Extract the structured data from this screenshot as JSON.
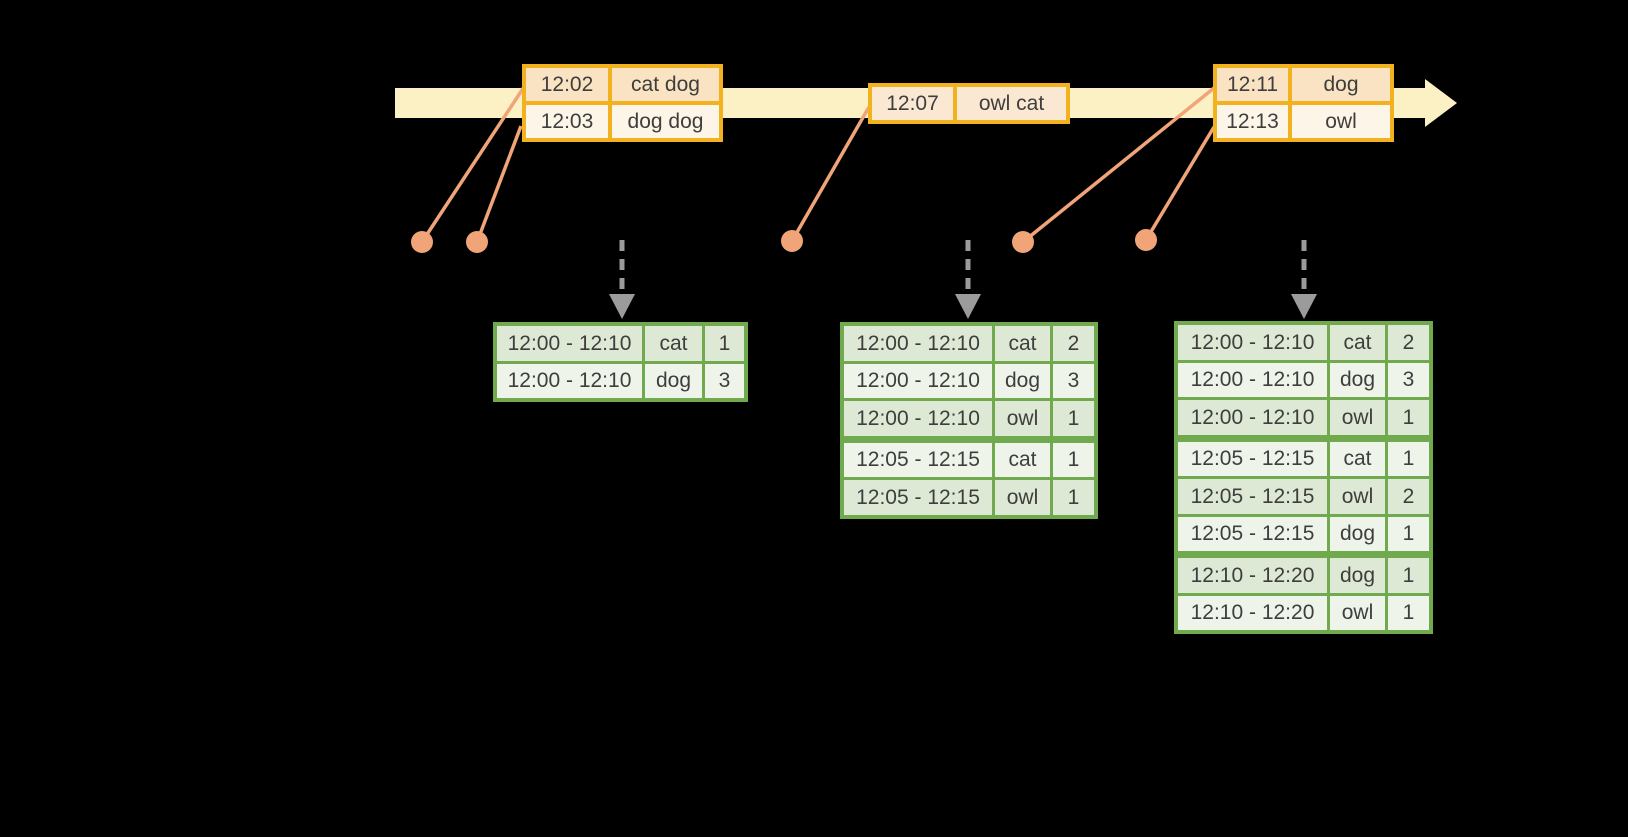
{
  "diagram": {
    "description": "windowed-stream-aggregation-diagram",
    "colors": {
      "background": "#000000",
      "timeline_band": "#fcf0c5",
      "event_table_border": "#f2b11e",
      "event_row_odd_bg": "#fae3c2",
      "event_row_even_bg": "#fdf5e7",
      "event_single_row_bg": "#fbe8d2",
      "connector": "#f0a478",
      "result_table_border": "#71a94e",
      "result_row_odd_bg": "#dee9d5",
      "result_row_even_bg": "#eef4ea",
      "trigger_arrow": "#9b9b9b",
      "text": "#3e3e3e"
    },
    "icons": {
      "timeline_arrowhead": "right-arrow",
      "event_marker": "dot",
      "trigger_arrow": "dashed-down-arrow"
    },
    "event_tables": [
      {
        "rows": [
          {
            "time": "12:02",
            "words": "cat dog"
          },
          {
            "time": "12:03",
            "words": "dog dog"
          }
        ]
      },
      {
        "rows": [
          {
            "time": "12:07",
            "words": "owl cat"
          }
        ]
      },
      {
        "rows": [
          {
            "time": "12:11",
            "words": "dog"
          },
          {
            "time": "12:13",
            "words": "owl"
          }
        ]
      }
    ],
    "result_tables": [
      {
        "group_breaks": [],
        "rows": [
          {
            "window": "12:00 - 12:10",
            "word": "cat",
            "count": "1"
          },
          {
            "window": "12:00 - 12:10",
            "word": "dog",
            "count": "3"
          }
        ]
      },
      {
        "group_breaks": [
          3
        ],
        "rows": [
          {
            "window": "12:00 - 12:10",
            "word": "cat",
            "count": "2"
          },
          {
            "window": "12:00 - 12:10",
            "word": "dog",
            "count": "3"
          },
          {
            "window": "12:00 - 12:10",
            "word": "owl",
            "count": "1"
          },
          {
            "window": "12:05 - 12:15",
            "word": "cat",
            "count": "1"
          },
          {
            "window": "12:05 - 12:15",
            "word": "owl",
            "count": "1"
          }
        ]
      },
      {
        "group_breaks": [
          3,
          6
        ],
        "rows": [
          {
            "window": "12:00 - 12:10",
            "word": "cat",
            "count": "2"
          },
          {
            "window": "12:00 - 12:10",
            "word": "dog",
            "count": "3"
          },
          {
            "window": "12:00 - 12:10",
            "word": "owl",
            "count": "1"
          },
          {
            "window": "12:05 - 12:15",
            "word": "cat",
            "count": "1"
          },
          {
            "window": "12:05 - 12:15",
            "word": "owl",
            "count": "2"
          },
          {
            "window": "12:05 - 12:15",
            "word": "dog",
            "count": "1"
          },
          {
            "window": "12:10 - 12:20",
            "word": "dog",
            "count": "1"
          },
          {
            "window": "12:10 - 12:20",
            "word": "owl",
            "count": "1"
          }
        ]
      }
    ]
  }
}
